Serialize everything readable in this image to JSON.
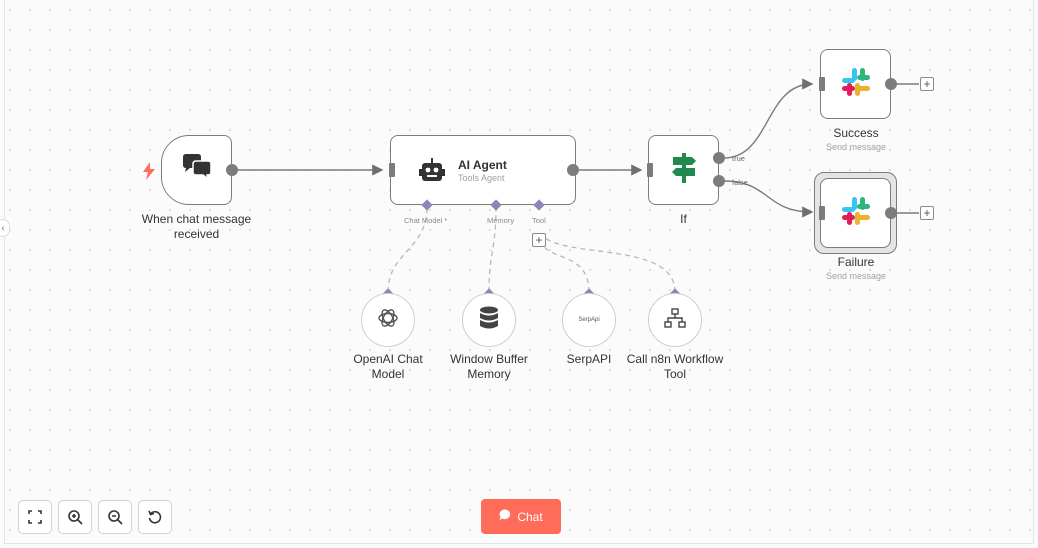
{
  "canvas": {
    "collapse_icon": "chevron-left-icon",
    "accent_color": "#ff6d5a",
    "connector_color": "#8b85b8"
  },
  "nodes": {
    "trigger": {
      "label": "When chat message received",
      "icon": "chat-bubbles-icon",
      "badge_icon": "bolt-icon"
    },
    "agent": {
      "title": "AI Agent",
      "subtitle": "Tools Agent",
      "icon": "robot-icon",
      "connectors": {
        "chat_model": "Chat Model *",
        "memory": "Memory",
        "tool": "Tool"
      }
    },
    "if": {
      "label": "If",
      "icon": "signpost-icon",
      "branch_true": "true",
      "branch_false": "false"
    },
    "success": {
      "label": "Success",
      "subtitle": "Send message",
      "icon": "slack-icon"
    },
    "failure": {
      "label": "Failure",
      "subtitle": "Send message",
      "icon": "slack-icon"
    }
  },
  "sub_nodes": {
    "openai": {
      "label": "OpenAI Chat Model",
      "icon": "openai-icon"
    },
    "memory": {
      "label": "Window Buffer Memory",
      "icon": "database-icon"
    },
    "serpapi": {
      "label": "SerpAPI",
      "icon_text": "SerpApi"
    },
    "workflow_tool": {
      "label": "Call n8n Workflow Tool",
      "icon": "sitemap-icon"
    }
  },
  "controls": {
    "fit_view_icon": "fit-view-icon",
    "zoom_in_icon": "zoom-in-icon",
    "zoom_out_icon": "zoom-out-icon",
    "reset_icon": "reset-zoom-icon",
    "chat_label": "Chat",
    "chat_icon": "chat-icon"
  }
}
